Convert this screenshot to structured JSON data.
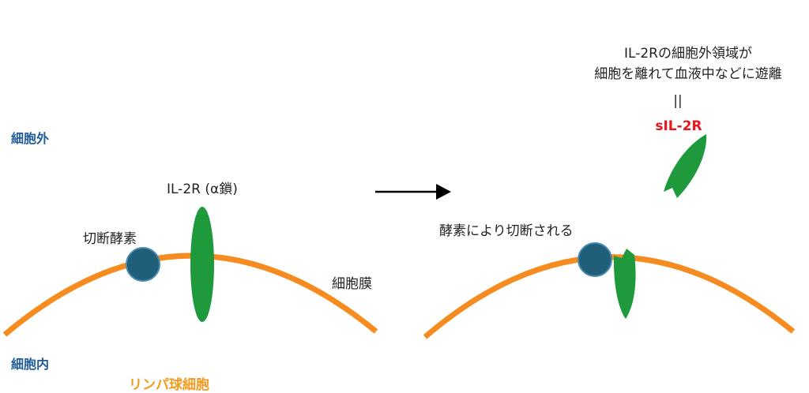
{
  "labels": {
    "extracellular": "細胞外",
    "intracellular": "細胞内",
    "lymphocyte": "リンパ球細胞",
    "receptor": "IL-2R (α鎖)",
    "enzyme": "切断酵素",
    "membrane": "細胞膜",
    "cleaved_by_enzyme": "酵素により切断される",
    "release_line1": "IL-2Rの細胞外領域が",
    "release_line2": "細胞を離れて血液中などに遊離",
    "equals": "||",
    "soluble_receptor": "sIL-2R"
  },
  "colors": {
    "membrane": "#f68b1f",
    "receptor": "#1e9a3c",
    "enzyme": "#1f5f7a",
    "enzyme_stroke": "#4a89b0",
    "blue_label": "#1f5c99",
    "orange_label": "#f39a1e",
    "red_label": "#e8151b",
    "text": "#222222",
    "arrow": "#000000"
  }
}
